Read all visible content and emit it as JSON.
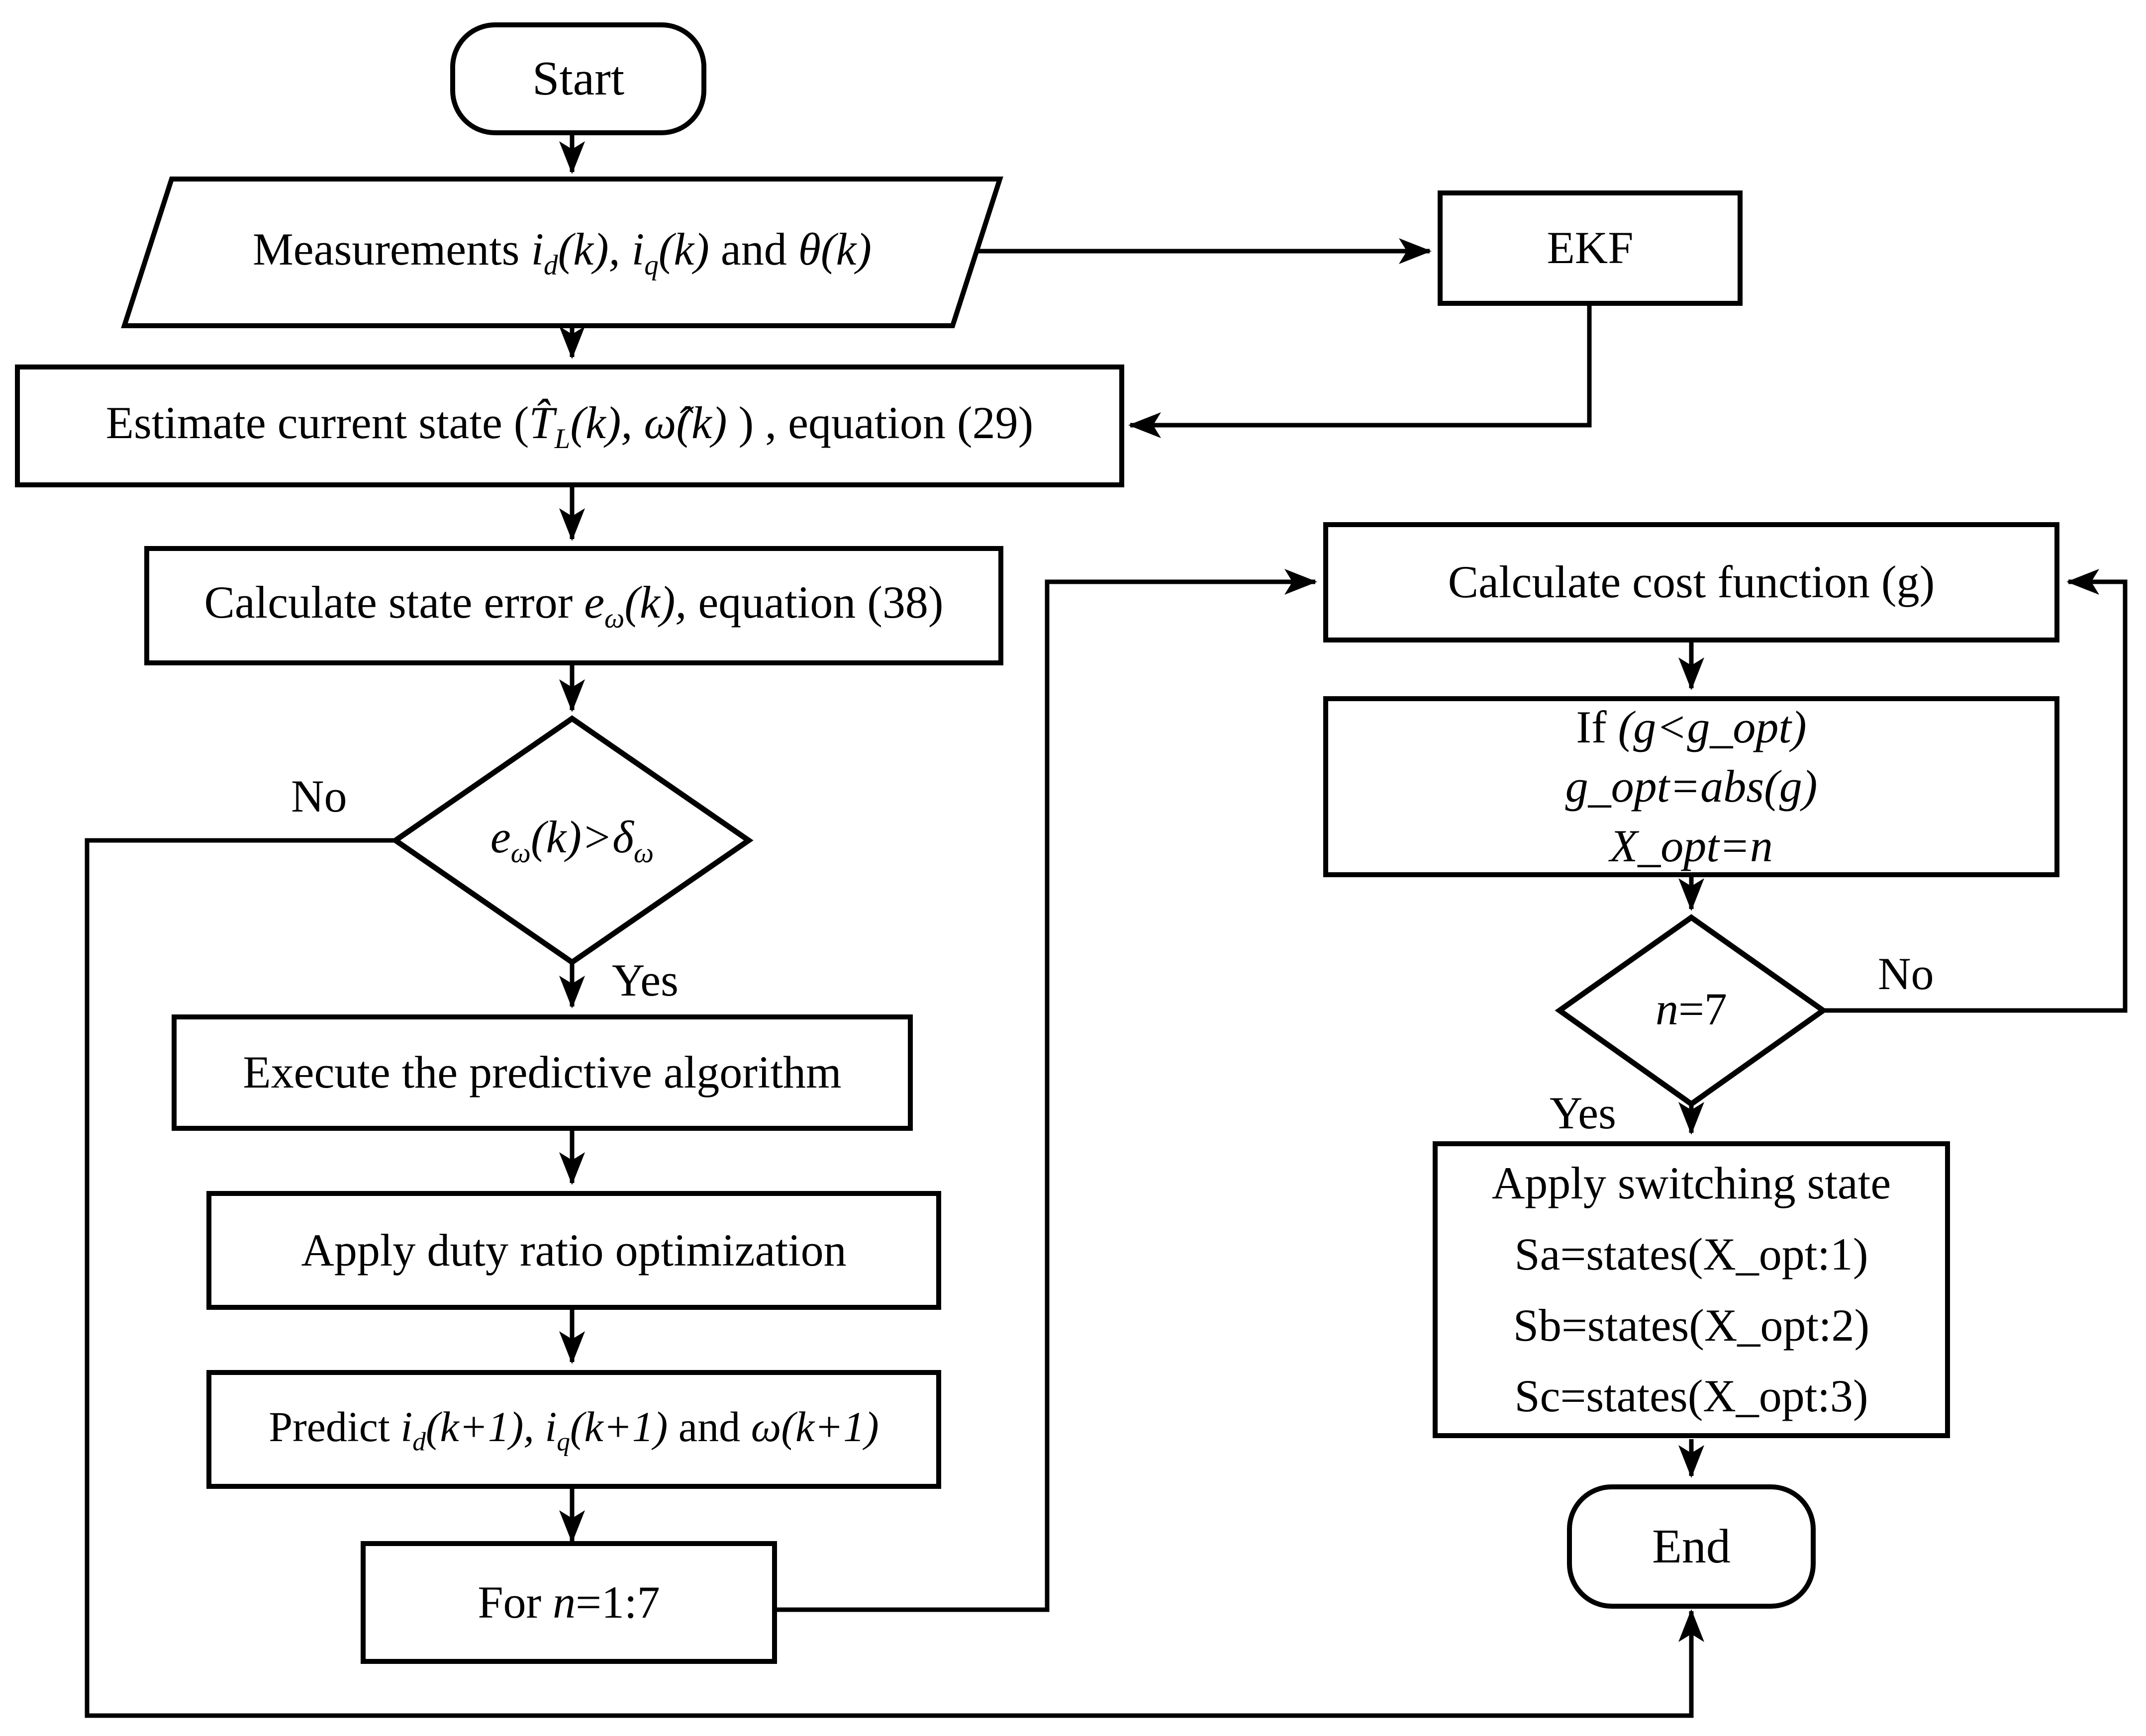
{
  "flowchart": {
    "title": "Predictive control with EKF flowchart",
    "colors": {
      "stroke": "#000000",
      "fill": "#ffffff",
      "background": "#ffffff"
    },
    "nodes": {
      "start": {
        "label": "Start"
      },
      "measurements": {
        "segments": [
          {
            "t": "Measurements "
          },
          {
            "t": "i",
            "i": true
          },
          {
            "t": "d",
            "i": true,
            "sub": true
          },
          {
            "t": "(k), ",
            "i": true
          },
          {
            "t": "i",
            "i": true
          },
          {
            "t": "q",
            "i": true,
            "sub": true
          },
          {
            "t": "(k)",
            "i": true
          },
          {
            "t": " and "
          },
          {
            "t": "θ(k)",
            "i": true
          }
        ]
      },
      "ekf": {
        "label": "EKF"
      },
      "estimate": {
        "segments": [
          {
            "t": "Estimate current state ("
          },
          {
            "t": "T̂",
            "i": true
          },
          {
            "t": "L",
            "i": true,
            "sub": true
          },
          {
            "t": "(k), ",
            "i": true
          },
          {
            "t": "ω̂(k)",
            "i": true
          },
          {
            "t": " ) , equation (29)"
          }
        ]
      },
      "state_error": {
        "segments": [
          {
            "t": "Calculate state error "
          },
          {
            "t": "e",
            "i": true
          },
          {
            "t": "ω",
            "i": true,
            "sub": true
          },
          {
            "t": "(k),",
            "i": true
          },
          {
            "t": " equation (38)"
          }
        ]
      },
      "error_check": {
        "segments": [
          {
            "t": "e",
            "i": true
          },
          {
            "t": "ω",
            "i": true,
            "sub": true
          },
          {
            "t": "(k)",
            "i": true
          },
          {
            "t": ">",
            "i": true
          },
          {
            "t": "δ",
            "i": true
          },
          {
            "t": "ω",
            "i": true,
            "sub": true
          }
        ]
      },
      "execute": {
        "label": "Execute the predictive algorithm"
      },
      "duty": {
        "label": "Apply duty ratio optimization"
      },
      "predict": {
        "segments": [
          {
            "t": "Predict "
          },
          {
            "t": "i",
            "i": true
          },
          {
            "t": "d",
            "i": true,
            "sub": true
          },
          {
            "t": "(k+1), ",
            "i": true
          },
          {
            "t": "i",
            "i": true
          },
          {
            "t": "q",
            "i": true,
            "sub": true
          },
          {
            "t": "(k+1)",
            "i": true
          },
          {
            "t": " and "
          },
          {
            "t": "ω(k+1)",
            "i": true
          }
        ]
      },
      "for_loop": {
        "segments": [
          {
            "t": "For "
          },
          {
            "t": "n",
            "i": true
          },
          {
            "t": "=1:7"
          }
        ]
      },
      "cost": {
        "label": "Calculate cost function (g)"
      },
      "if_update": {
        "lines": [
          [
            {
              "t": "If "
            },
            {
              "t": "(g<g_opt)",
              "i": true
            }
          ],
          [
            {
              "t": "g_opt=abs(g)",
              "i": true
            }
          ],
          [
            {
              "t": "X_opt=n",
              "i": true
            }
          ]
        ]
      },
      "n_check": {
        "segments": [
          {
            "t": "n",
            "i": true
          },
          {
            "t": "=7"
          }
        ]
      },
      "apply_switch": {
        "lines": [
          "Apply switching state",
          "Sa=states(X_opt:1)",
          "Sb=states(X_opt:2)",
          "Sc=states(X_opt:3)"
        ]
      },
      "end": {
        "label": "End"
      }
    },
    "edge_labels": {
      "error_no": "No",
      "error_yes": "Yes",
      "n_no": "No",
      "n_yes": "Yes"
    }
  }
}
